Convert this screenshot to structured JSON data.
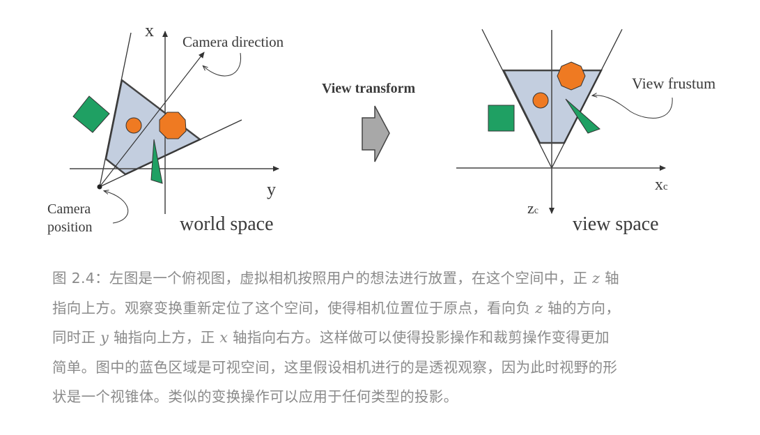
{
  "figure": {
    "left": {
      "axis_x": "x",
      "axis_y": "y",
      "camera_direction": "Camera direction",
      "camera_position_line1": "Camera",
      "camera_position_line2": "position",
      "space_label": "world space"
    },
    "transform_label": "View transform",
    "right": {
      "axis_x": "x",
      "axis_x_sub": "c",
      "axis_z": "z",
      "axis_z_sub": "c",
      "frustum_label": "View frustum",
      "space_label": "view space"
    },
    "colors": {
      "frustum": "#c3cedf",
      "orange": "#ef7a22",
      "green": "#1fa063",
      "arrow": "#a8a8a8"
    }
  },
  "caption": {
    "lines": [
      [
        "图 2.4：左图是一个俯视图，虚拟相机按照用户的想法进行放置，在这个空间中，正 ",
        "z",
        " 轴"
      ],
      [
        "指向上方。观察变换重新定位了这个空间，使得相机位置位于原点，看向负 ",
        "z",
        " 轴的方向，"
      ],
      [
        "同时正 ",
        "y",
        " 轴指向上方，正 ",
        "x",
        " 轴指向右方。这样做可以使得投影操作和裁剪操作变得更加"
      ],
      [
        "简单。图中的蓝色区域是可视空间，这里假设相机进行的是透视观察，因为此时视野的形"
      ],
      [
        "状是一个视锥体。类似的变换操作可以应用于任何类型的投影。"
      ]
    ]
  }
}
